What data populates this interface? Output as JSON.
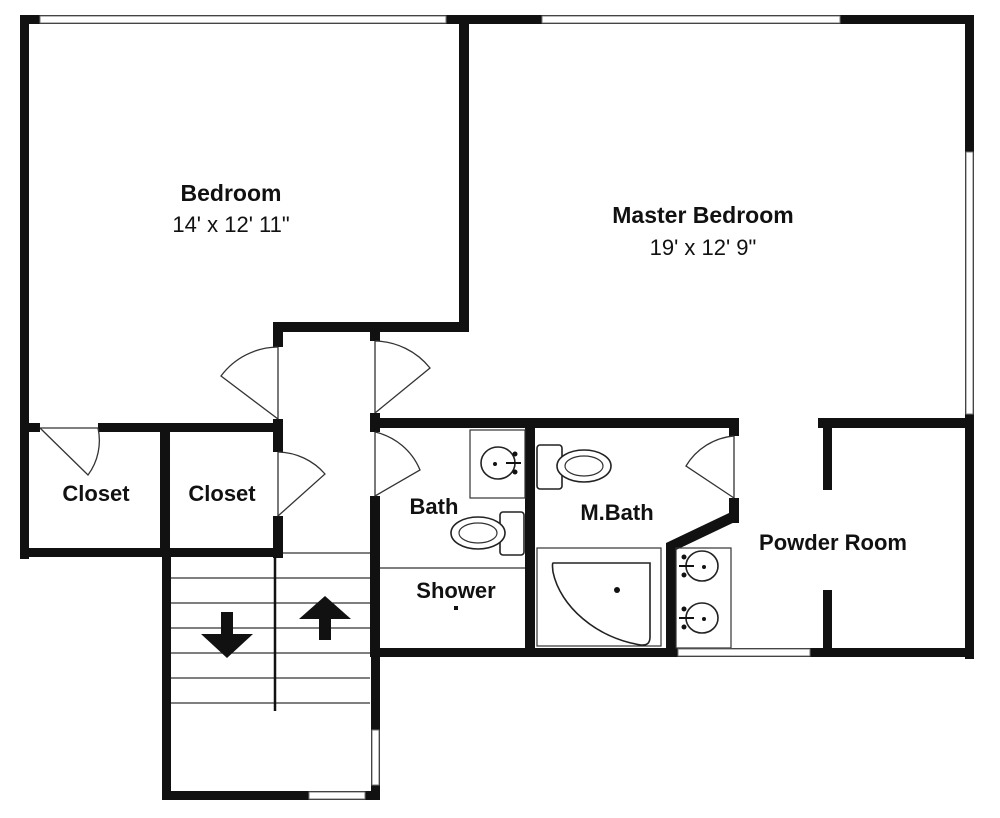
{
  "rooms": {
    "bedroom": {
      "name": "Bedroom",
      "size": "14' x 12' 11\""
    },
    "master_bedroom": {
      "name": "Master Bedroom",
      "size": "19' x 12' 9\""
    },
    "closet_left": {
      "name": "Closet"
    },
    "closet_right": {
      "name": "Closet"
    },
    "bath": {
      "name": "Bath"
    },
    "shower": {
      "name": "Shower"
    },
    "master_bath": {
      "name": "M.Bath"
    },
    "powder_room": {
      "name": "Powder Room"
    }
  }
}
